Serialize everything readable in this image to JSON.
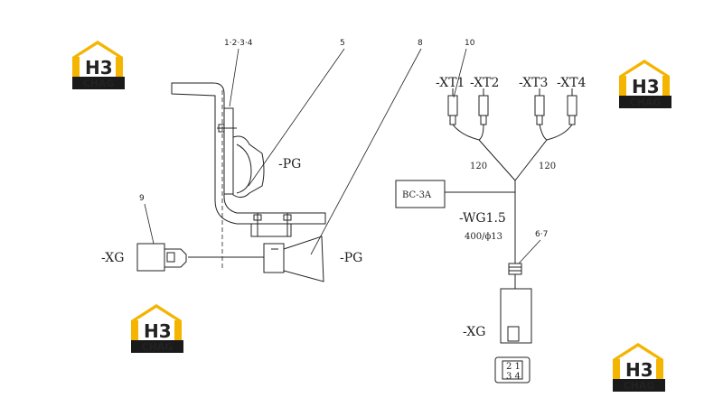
{
  "callouts": {
    "c1234": "1·2·3·4",
    "c5": "5",
    "c8": "8",
    "c9": "9",
    "c10": "10",
    "c67": "6·7"
  },
  "labels": {
    "pg_horn": "-PG",
    "pg_buzzer": "-PG",
    "xg_left": "-XG",
    "xg_right": "-XG",
    "xt1": "-XT1",
    "xt2": "-XT2",
    "xt3": "-XT3",
    "xt4": "-XT4",
    "len_left": "120",
    "len_right": "120",
    "bc": "BC-3A",
    "wg": "-WG1.5",
    "spec": "400/ϕ13",
    "pin_top": "2 1",
    "pin_bottom": "3 4"
  },
  "logo": {
    "mark": "H3",
    "text": "CHAG",
    "color_yellow": "#f4b400",
    "color_black": "#1a1a1a"
  }
}
